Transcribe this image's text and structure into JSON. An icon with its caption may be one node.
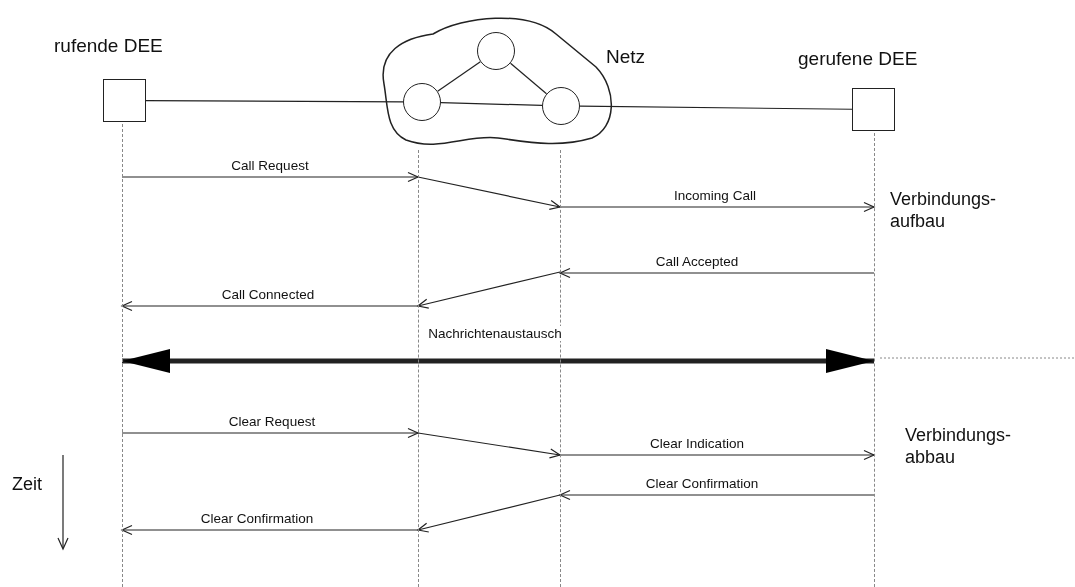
{
  "diagram": {
    "nodes": [
      {
        "text": [
          "rufende DEE"
        ]
      },
      {
        "text": [
          "Netz"
        ]
      },
      {
        "text": [],
        "shape": "circle",
        "in": 1
      },
      {
        "text": [],
        "shape": "circle",
        "in": 1
      },
      {
        "text": [],
        "shape": "circle",
        "in": 1
      },
      {
        "text": [
          "gerufene DEE"
        ]
      },
      {
        "text": [],
        "shape": "line"
      },
      {
        "text": [],
        "shape": "line"
      },
      {
        "text": [],
        "shape": "line"
      },
      {
        "text": [],
        "shape": "line"
      }
    ],
    "edges": [
      {
        "from": 0,
        "to": 2,
        "arrow": "none"
      },
      {
        "from": 2,
        "to": 3,
        "arrow": "none"
      },
      {
        "from": 3,
        "to": 4,
        "arrow": "none"
      },
      {
        "from": 2,
        "to": 4,
        "arrow": "none"
      },
      {
        "from": 4,
        "to": 5,
        "arrow": "none"
      },
      {
        "from": 6,
        "to": 7,
        "arrow": "to",
        "label": "Call Request"
      },
      {
        "from": 7,
        "to": 8,
        "arrow": "to"
      },
      {
        "from": 8,
        "to": 9,
        "arrow": "to",
        "label": "Incoming Call"
      },
      {
        "from": 9,
        "to": 8,
        "arrow": "to",
        "label": "Call Accepted"
      },
      {
        "from": 8,
        "to": 7,
        "arrow": "to"
      },
      {
        "from": 7,
        "to": 6,
        "arrow": "to",
        "label": "Call Connected"
      },
      {
        "from": 6,
        "to": 9,
        "arrow": "both",
        "label": "Nachrichtenaustausch",
        "style": "thick"
      },
      {
        "from": 6,
        "to": 7,
        "arrow": "to",
        "label": "Clear Request"
      },
      {
        "from": 7,
        "to": 8,
        "arrow": "to"
      },
      {
        "from": 8,
        "to": 9,
        "arrow": "to",
        "label": "Clear Indication"
      },
      {
        "from": 9,
        "to": 8,
        "arrow": "to",
        "label": "Clear Confirmation"
      },
      {
        "from": 8,
        "to": 7,
        "arrow": "to"
      },
      {
        "from": 7,
        "to": 6,
        "arrow": "to",
        "label": "Clear Confirmation"
      }
    ],
    "labels": [
      "Verbindungs- aufbau",
      "Verbindungs- abbau",
      "Zeit"
    ]
  }
}
